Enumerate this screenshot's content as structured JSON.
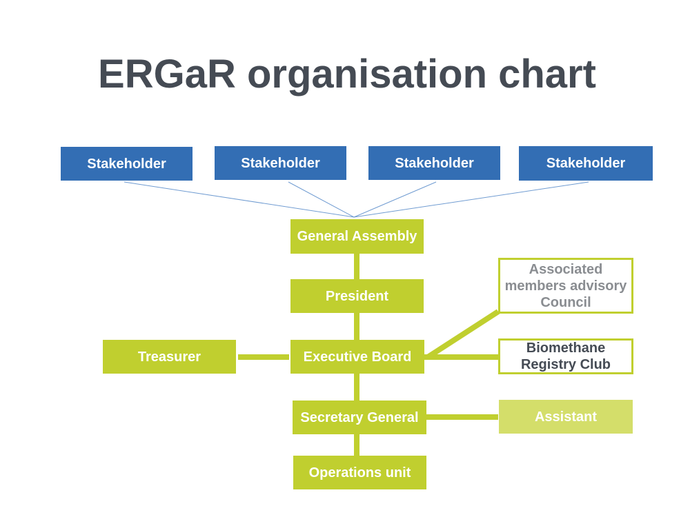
{
  "title": "ERGaR organisation chart",
  "stakeholders": [
    "Stakeholder",
    "Stakeholder",
    "Stakeholder",
    "Stakeholder"
  ],
  "nodes": {
    "general_assembly": "General Assembly",
    "president": "President",
    "executive_board": "Executive Board",
    "treasurer": "Treasurer",
    "secretary_general": "Secretary General",
    "operations_unit": "Operations unit",
    "associated_council": "Associated members advisory Council",
    "biomethane_club": "Biomethane Registry Club",
    "assistant": "Assistant"
  },
  "colors": {
    "blue": "#336eb4",
    "green": "#c0cf2f",
    "light_green": "#d4de6a",
    "title": "#454b54"
  }
}
